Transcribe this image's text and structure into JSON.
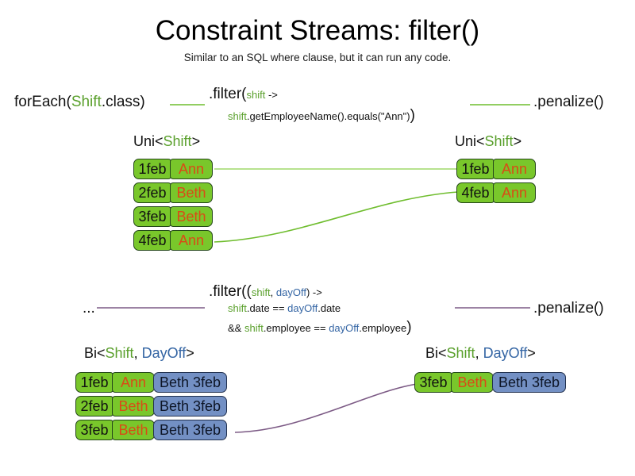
{
  "header": {
    "title": "Constraint Streams: filter()",
    "subtitle": "Similar to an SQL where clause, but it can run any code."
  },
  "colors": {
    "green_text": "#5aa02c",
    "blue_text": "#3465a4",
    "card_green": "#79c72b",
    "card_blue": "#7390c4",
    "name_text": "#d94b16",
    "link_green": "#6fbd2e",
    "link_purple": "#7c5a85"
  },
  "pipeline_uni": {
    "source_prefix": "forEach(",
    "source_type": "Shift",
    "source_suffix": ".class)",
    "filter_head": ".filter(",
    "filter_param": "shift",
    "filter_arrow": " ->",
    "filter_body_var": "shift",
    "filter_body_rest": ".getEmployeeName().equals(\"Ann\")",
    "filter_close": ")",
    "terminal": ".penalize()",
    "input_label_prefix": "Uni<",
    "input_label_type": "Shift",
    "input_label_suffix": ">",
    "output_label_prefix": "Uni<",
    "output_label_type": "Shift",
    "output_label_suffix": ">"
  },
  "pipeline_bi": {
    "source_prefix": "...",
    "filter_head": ".filter((",
    "filter_param_1": "shift",
    "filter_param_sep": ", ",
    "filter_param_2": "dayOff",
    "filter_arrow": ") ->",
    "line2_var1": "shift",
    "line2_mid": ".date == ",
    "line2_var2": "dayOff",
    "line2_end": ".date",
    "line3_op": "&& ",
    "line3_var1": "shift",
    "line3_mid": ".employee == ",
    "line3_var2": "dayOff",
    "line3_end": ".employee",
    "filter_close": ")",
    "terminal": ".penalize()",
    "input_label_prefix": "Bi<",
    "input_label_type1": "Shift",
    "input_label_sep": ", ",
    "input_label_type2": "DayOff",
    "input_label_suffix": ">",
    "output_label_prefix": "Bi<",
    "output_label_type1": "Shift",
    "output_label_sep": ", ",
    "output_label_type2": "DayOff",
    "output_label_suffix": ">"
  },
  "uni_input_rows": [
    {
      "date": "1feb",
      "name": "Ann"
    },
    {
      "date": "2feb",
      "name": "Beth"
    },
    {
      "date": "3feb",
      "name": "Beth"
    },
    {
      "date": "4feb",
      "name": "Ann"
    }
  ],
  "uni_output_rows": [
    {
      "date": "1feb",
      "name": "Ann"
    },
    {
      "date": "4feb",
      "name": "Ann"
    }
  ],
  "bi_input_rows": [
    {
      "date": "1feb",
      "name": "Ann",
      "dayoff": "Beth 3feb"
    },
    {
      "date": "2feb",
      "name": "Beth",
      "dayoff": "Beth 3feb"
    },
    {
      "date": "3feb",
      "name": "Beth",
      "dayoff": "Beth 3feb"
    }
  ],
  "bi_output_rows": [
    {
      "date": "3feb",
      "name": "Beth",
      "dayoff": "Beth 3feb"
    }
  ]
}
